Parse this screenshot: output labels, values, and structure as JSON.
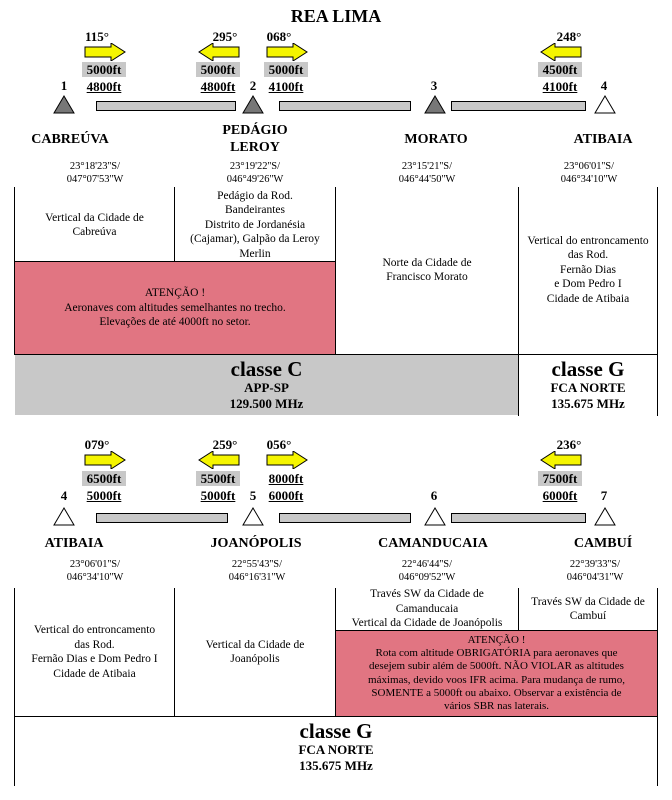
{
  "title": "REA LIMA",
  "colors": {
    "arrow_fill": "#f5f500",
    "warning_bg": "#e17582",
    "class_bg": "#c8c8c8",
    "bar_fill": "#c8c8c8"
  },
  "route1": {
    "headings": [
      "115°",
      "295°",
      "068°",
      "248°"
    ],
    "altitudes": [
      {
        "upper": "5000ft",
        "lower": "4800ft"
      },
      {
        "upper": "5000ft",
        "lower": "4800ft"
      },
      {
        "upper": "5000ft",
        "lower": "4100ft"
      },
      {
        "upper": "4500ft",
        "lower": "4100ft"
      }
    ],
    "waypoint_numbers": [
      "1",
      "2",
      "3",
      "4"
    ],
    "waypoints": [
      {
        "name": "CABREÚVA",
        "lat": "23°18'23''S/",
        "lon": "047°07'53''W"
      },
      {
        "name": "PEDÁGIO\nLEROY",
        "lat": "23°19'22''S/",
        "lon": "046°49'26''W"
      },
      {
        "name": "MORATO",
        "lat": "23°15'21''S/",
        "lon": "046°44'50''W"
      },
      {
        "name": "ATIBAIA",
        "lat": "23°06'01''S/",
        "lon": "046°34'10''W"
      }
    ],
    "descriptions": [
      "Vertical da Cidade de\nCabreúva",
      "Pedágio da Rod.\nBandeirantes\nDistrito de Jordanésia\n(Cajamar), Galpão da Leroy\nMerlin",
      "Norte da Cidade de\nFrancisco Morato",
      "Vertical do entroncamento\ndas Rod.\nFernão Dias\ne Dom Pedro I\nCidade de Atibaia"
    ],
    "warning": "ATENÇÃO !\nAeronaves com altitudes semelhantes no trecho.\nElevações de até 4000ft no setor.",
    "class_left": {
      "cls": "classe C",
      "unit": "APP-SP",
      "freq": "129.500 MHz"
    },
    "class_right": {
      "cls": "classe G",
      "unit": "FCA NORTE",
      "freq": "135.675 MHz"
    }
  },
  "route2": {
    "headings": [
      "079°",
      "259°",
      "056°",
      "236°"
    ],
    "altitudes": [
      {
        "upper": "6500ft",
        "lower": "5000ft"
      },
      {
        "upper": "5500ft",
        "lower": "5000ft"
      },
      {
        "upper": "8000ft",
        "lower": "6000ft"
      },
      {
        "upper": "7500ft",
        "lower": "6000ft"
      }
    ],
    "waypoint_numbers": [
      "4",
      "5",
      "6",
      "7"
    ],
    "waypoints": [
      {
        "name": "ATIBAIA",
        "lat": "23°06'01''S/",
        "lon": "046°34'10''W"
      },
      {
        "name": "JOANÓPOLIS",
        "lat": "22°55'43''S/",
        "lon": "046°16'31''W"
      },
      {
        "name": "CAMANDUCAIA",
        "lat": "22°46'44''S/",
        "lon": "046°09'52''W"
      },
      {
        "name": "CAMBUÍ",
        "lat": "22°39'33''S/",
        "lon": "046°04'31''W"
      }
    ],
    "descriptions": [
      "Vertical do entroncamento\ndas Rod.\nFernão Dias e Dom Pedro I\nCidade de Atibaia",
      "Vertical da Cidade de\nJoanópolis",
      "Través SW da Cidade de\nCamanducaia\nVertical da Cidade de Joanópolis",
      "Través SW da Cidade de\nCambuí"
    ],
    "warning": "ATENÇÃO !\nRota com altitude OBRIGATÓRIA para aeronaves que\ndesejem subir além de 5000ft. NÃO VIOLAR as altitudes\nmáximas, devido voos IFR acima. Para mudança de rumo,\nSOMENTE a 5000ft ou abaixo. Observar a existência de\nvários SBR nas laterais.",
    "class_full": {
      "cls": "classe G",
      "unit": "FCA NORTE",
      "freq": "135.675 MHz"
    }
  }
}
